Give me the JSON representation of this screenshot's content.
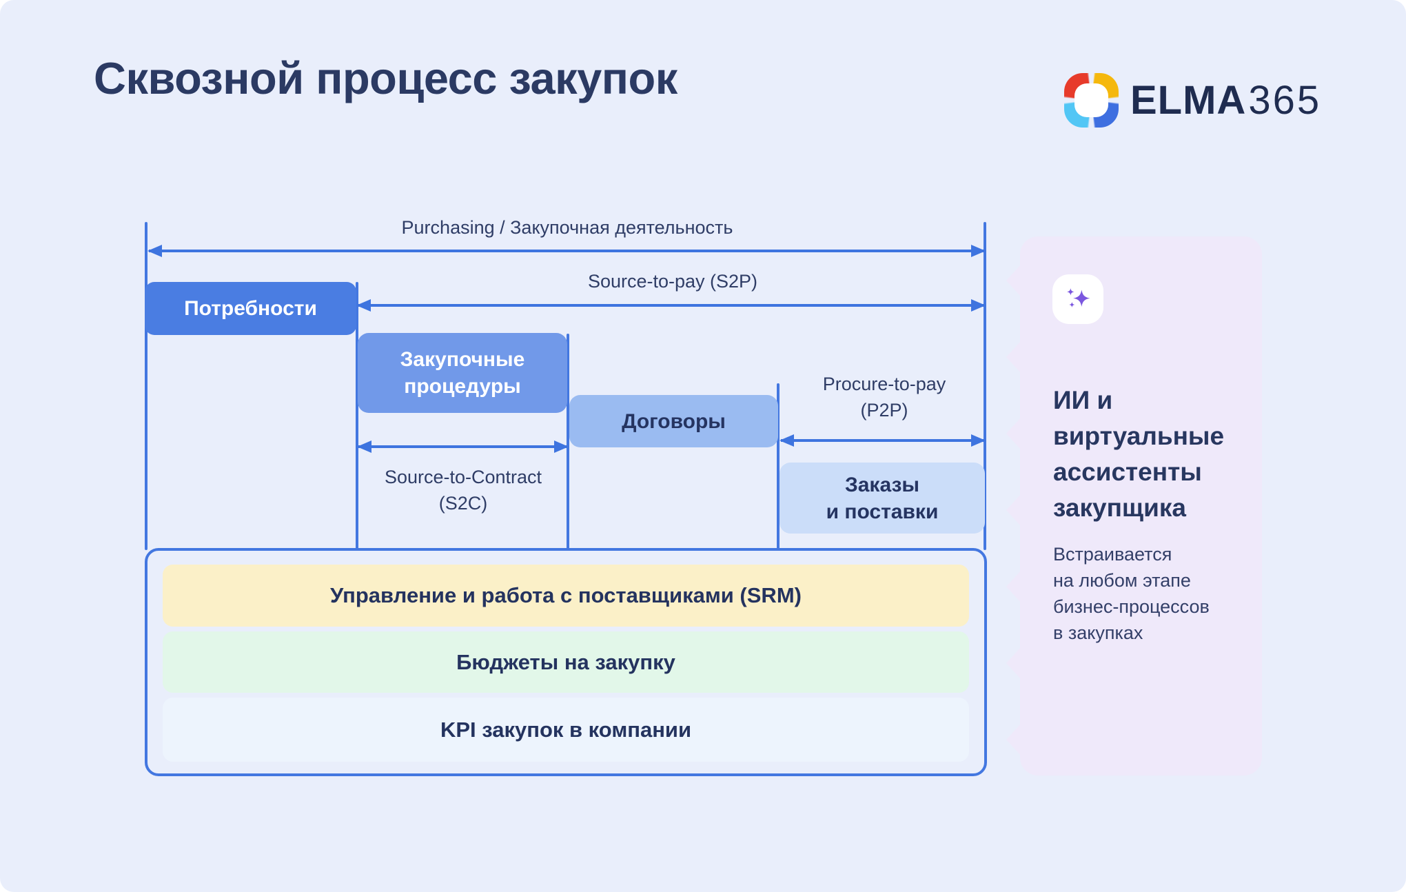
{
  "header": {
    "title": "Сквозной процесс закупок",
    "logo_brand": "ELMA",
    "logo_suffix": "365"
  },
  "diagram": {
    "purchasing_arrow_label": "Purchasing / Закупочная деятельность",
    "s2p_arrow_label": "Source-to-pay (S2P)",
    "s2c_arrow_label": "Source-to-Contract\n(S2C)",
    "p2p_arrow_label": "Procure-to-pay\n(P2P)",
    "stages": {
      "needs": "Потребности",
      "procurement_procedures": "Закупочные\nпроцедуры",
      "contracts": "Договоры",
      "orders_deliveries": "Заказы\nи поставки"
    },
    "foundation_rows": {
      "srm": "Управление и работа с поставщиками (SRM)",
      "budgets": "Бюджеты на закупку",
      "kpi": "KPI закупок в компании"
    }
  },
  "ai_panel": {
    "icon": "sparkles-icon",
    "heading": "ИИ и\nвиртуальные\nассистенты\nзакупщика",
    "body": "Встраивается\nна любом этапе\nбизнес-процессов\nв закупках"
  },
  "colors": {
    "background": "#E9EEFB",
    "accent_blue": "#3E74DF",
    "stage_needs": "#4A7DE2",
    "stage_procedures": "#7199E9",
    "stage_contracts": "#9ABBF1",
    "stage_orders": "#CBDDF9",
    "row_srm": "#FBF0C8",
    "row_budgets": "#E2F7E9",
    "row_kpi": "#EDF4FD",
    "ai_panel_bg": "#EFE9FA",
    "ai_accent": "#7B57DF",
    "text_navy": "#2B3A63",
    "logo_red": "#E73B2B",
    "logo_yellow": "#F5B80D",
    "logo_blue": "#3E6FE0",
    "logo_sky": "#52C6F5"
  }
}
